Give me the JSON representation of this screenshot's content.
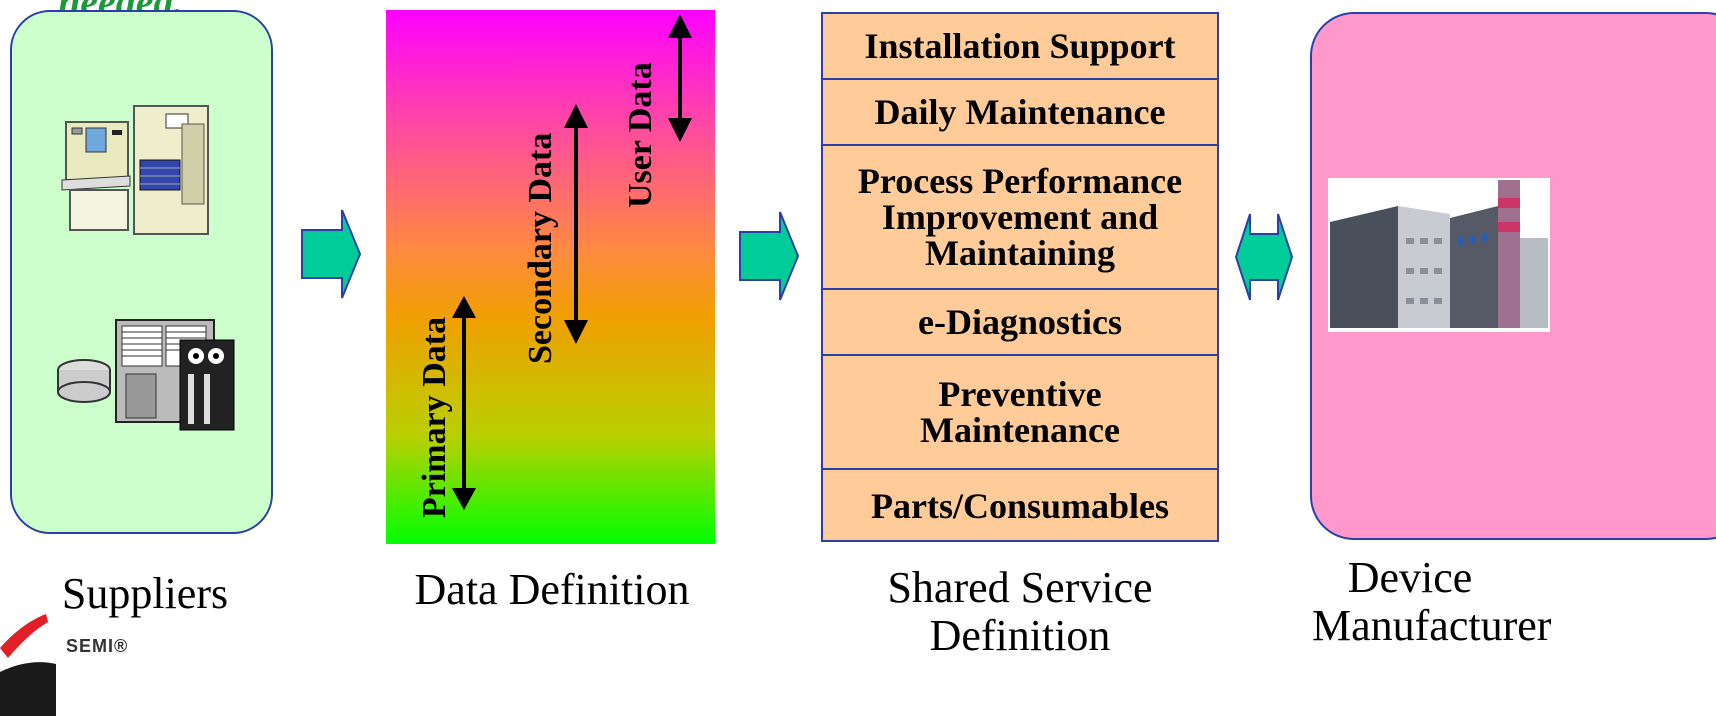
{
  "header": {
    "cut_title": "needed."
  },
  "panels": {
    "suppliers": {
      "caption": "Suppliers"
    },
    "data_definition": {
      "caption": "Data Definition",
      "labels": {
        "primary": "Primary Data",
        "secondary": "Secondary Data",
        "user": "User Data"
      }
    },
    "shared_service": {
      "caption_line1": "Shared Service",
      "caption_line2": "Definition",
      "items": [
        {
          "label": "Installation Support"
        },
        {
          "label": "Daily Maintenance"
        },
        {
          "label": "Process Performance\nImprovement and\nMaintaining"
        },
        {
          "label": "e-Diagnostics"
        },
        {
          "label": "Preventive\nMaintenance"
        },
        {
          "label": "Parts/Consumables"
        }
      ]
    },
    "manufacturer": {
      "caption_line1": "Device",
      "caption_line2": "Manufacturer"
    }
  },
  "logo": {
    "text": "SEMI®"
  },
  "colors": {
    "supplier_bg": "#ccffcc",
    "manufacturer_bg": "#ff99cc",
    "service_bg": "#ffcc99",
    "border": "#2b3fa8",
    "flow_arrow": "#00cc99",
    "caption_green": "#1c9a3a"
  },
  "icons": [
    "equipment-icon",
    "server-icon",
    "factory-icon",
    "flow-arrow-icon",
    "double-arrow-icon",
    "semi-logo-icon"
  ]
}
